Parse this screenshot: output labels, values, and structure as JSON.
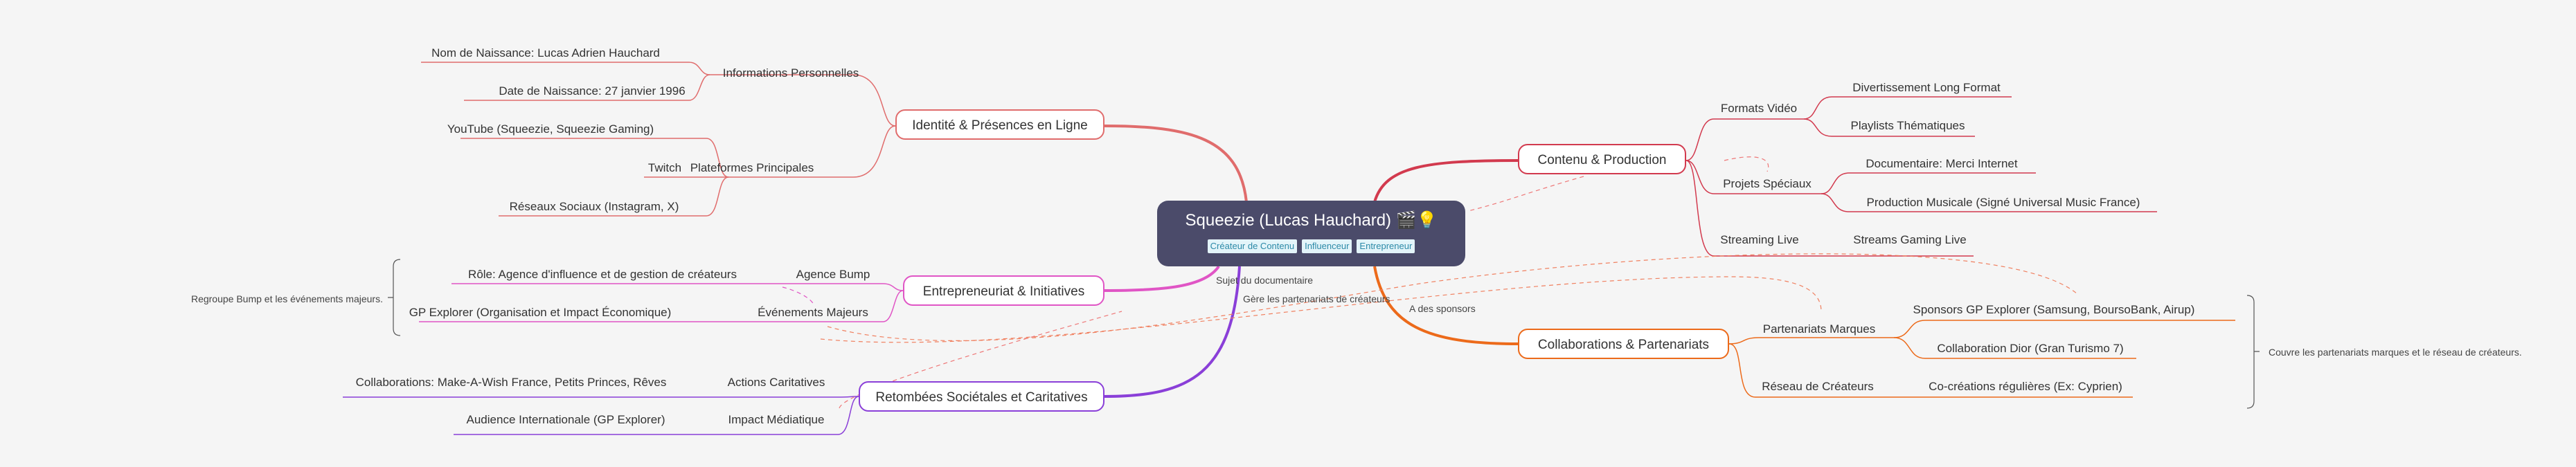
{
  "root": {
    "title": "Squeezie (Lucas Hauchard) 🎬💡",
    "tags": [
      "Créateur de Contenu",
      "Influenceur",
      "Entrepreneur"
    ]
  },
  "branches": {
    "identity": {
      "label": "Identité & Présences en Ligne",
      "color": "#e06c6c",
      "groups": [
        {
          "label": "Informations Personnelles",
          "leaves": [
            "Nom de Naissance: Lucas Adrien Hauchard",
            "Date de Naissance: 27 janvier 1996"
          ]
        },
        {
          "label": "Plateformes Principales",
          "leaves": [
            "YouTube (Squeezie, Squeezie Gaming)",
            "Twitch",
            "Réseaux Sociaux (Instagram, X)"
          ]
        }
      ]
    },
    "entrepreneuriat": {
      "label": "Entrepreneuriat & Initiatives",
      "color": "#e055c5",
      "groups": [
        {
          "label": "Agence Bump",
          "leaves": [
            "Rôle: Agence d'influence et de gestion de créateurs"
          ]
        },
        {
          "label": "Événements Majeurs",
          "leaves": [
            "GP Explorer (Organisation et Impact Économique)"
          ]
        }
      ],
      "summary": "Regroupe Bump et les événements majeurs."
    },
    "societal": {
      "label": "Retombées Sociétales et Caritatives",
      "color": "#8a3fd8",
      "groups": [
        {
          "label": "Actions Caritatives",
          "leaves": [
            "Collaborations: Make-A-Wish France, Petits Princes, Rêves"
          ]
        },
        {
          "label": "Impact Médiatique",
          "leaves": [
            "Audience Internationale (GP Explorer)"
          ]
        }
      ]
    },
    "contenu": {
      "label": "Contenu & Production",
      "color": "#d23a4e",
      "groups": [
        {
          "label": "Formats Vidéo",
          "leaves": [
            "Divertissement Long Format",
            "Playlists Thématiques"
          ]
        },
        {
          "label": "Projets Spéciaux",
          "leaves": [
            "Documentaire: Merci Internet",
            "Production Musicale (Signé Universal Music France)"
          ]
        },
        {
          "label": "Streaming Live",
          "leaves": [
            "Streams Gaming Live"
          ]
        }
      ]
    },
    "collab": {
      "label": "Collaborations & Partenariats",
      "color": "#ec6a1a",
      "groups": [
        {
          "label": "Partenariats Marques",
          "leaves": [
            "Sponsors GP Explorer (Samsung, BoursoBank, Airup)",
            "Collaboration Dior (Gran Turismo 7)"
          ]
        },
        {
          "label": "Réseau de Créateurs",
          "leaves": [
            "Co-créations régulières (Ex: Cyprien)"
          ]
        }
      ],
      "summary": "Couvre les partenariats marques et le réseau de créateurs."
    }
  },
  "relations": {
    "documentaire": "Sujet du documentaire",
    "gere": "Gère les partenariats de créateurs",
    "sponsors": "A des sponsors"
  }
}
